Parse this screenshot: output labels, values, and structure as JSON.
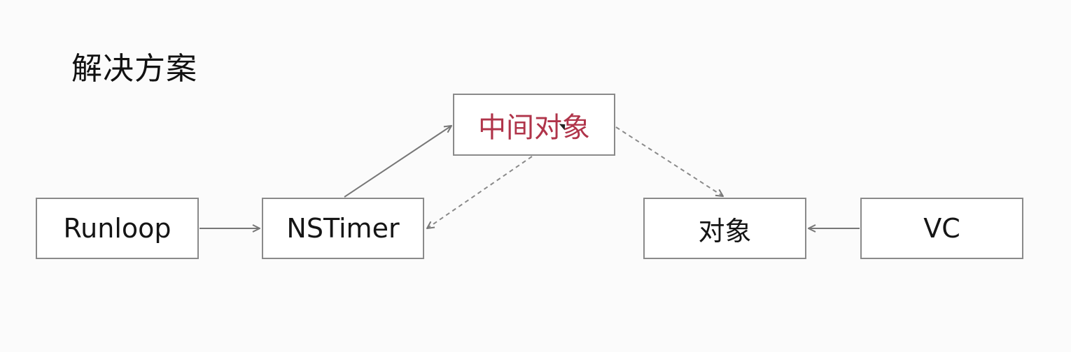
{
  "slide": {
    "title": "解决方案"
  },
  "nodes": {
    "runloop": "Runloop",
    "nstimer": "NSTimer",
    "middle": "中间对象",
    "object": "对象",
    "vc": "VC"
  },
  "colors": {
    "middle_text": "#b0344a",
    "border": "#8a8a8a",
    "arrow": "#777777"
  }
}
